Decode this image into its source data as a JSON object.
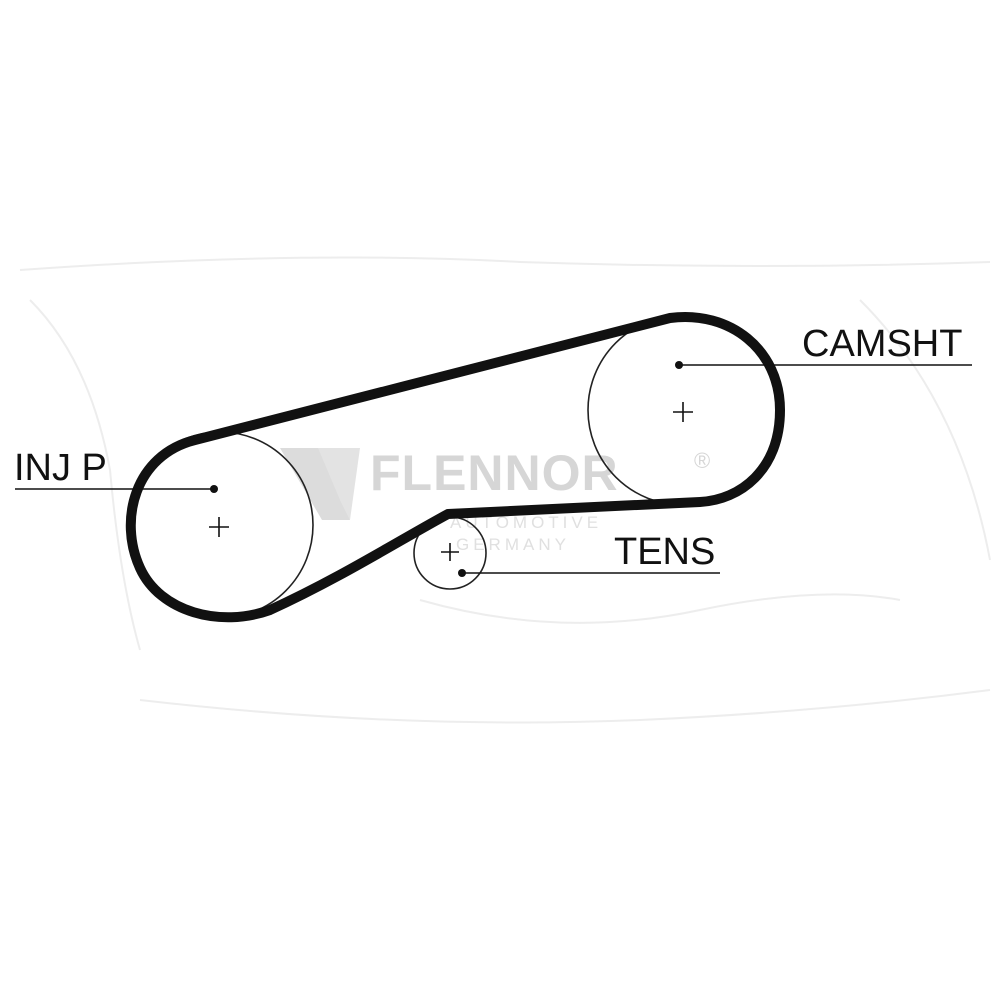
{
  "diagram": {
    "labels": {
      "injection_pump": "INJ P",
      "camshaft": "CAMSHT",
      "tensioner": "TENS"
    },
    "watermark": {
      "brand": "FLENNOR",
      "registered": "®",
      "line1": "AUTOMOTIVE",
      "line2": "GERMANY"
    },
    "colors": {
      "belt": "#111111",
      "pulley_outline": "#222222",
      "watermark": "#d6d6d6"
    }
  }
}
